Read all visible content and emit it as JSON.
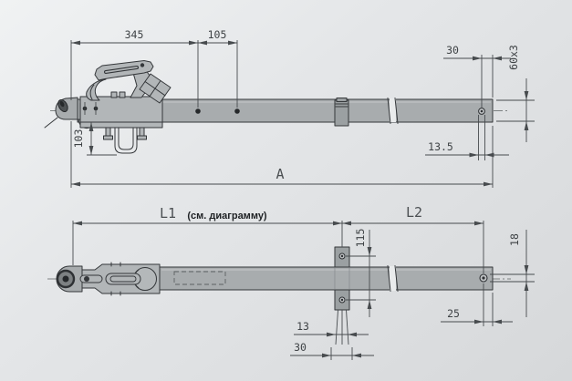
{
  "drawing": {
    "type": "technical-drawing-trailer-drawbar",
    "colors": {
      "background_light": "#f0f2f3",
      "background_dark": "#d6d8da",
      "part_fill": "#a8acae",
      "line": "#34373a",
      "dimension": "#474b4e"
    },
    "labels": {
      "side_view": {
        "d345": "345",
        "d105": "105",
        "d30": "30",
        "d60x3": "60x3",
        "d103": "103",
        "d13_5": "13.5",
        "dA": "A"
      },
      "plan_view": {
        "dL1": "L1",
        "note": "(см. диаграмму)",
        "dL2": "L2",
        "d115": "115",
        "d13": "13",
        "d30": "30",
        "d25": "25",
        "d18": "18"
      }
    }
  }
}
